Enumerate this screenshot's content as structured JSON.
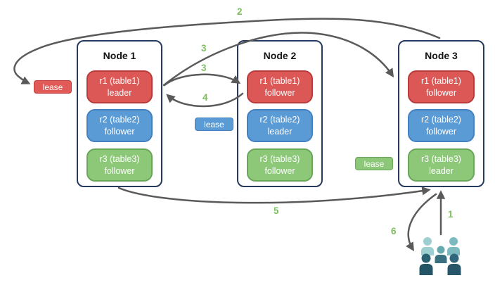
{
  "diagram": {
    "nodes": [
      {
        "title": "Node 1",
        "replicas": [
          {
            "name": "r1 (table1)",
            "role": "leader"
          },
          {
            "name": "r2 (table2)",
            "role": "follower"
          },
          {
            "name": "r3 (table3)",
            "role": "follower"
          }
        ]
      },
      {
        "title": "Node 2",
        "replicas": [
          {
            "name": "r1 (table1)",
            "role": "follower"
          },
          {
            "name": "r2 (table2)",
            "role": "leader"
          },
          {
            "name": "r3 (table3)",
            "role": "follower"
          }
        ]
      },
      {
        "title": "Node 3",
        "replicas": [
          {
            "name": "r1 (table1)",
            "role": "follower"
          },
          {
            "name": "r2 (table2)",
            "role": "follower"
          },
          {
            "name": "r3 (table3)",
            "role": "leader"
          }
        ]
      }
    ],
    "leases": {
      "table1": {
        "label": "lease",
        "color": "#e05a57"
      },
      "table2": {
        "label": "lease",
        "color": "#5b9bd5"
      },
      "table3": {
        "label": "lease",
        "color": "#8cc878"
      }
    },
    "steps": {
      "s1": "1",
      "s2": "2",
      "s3a": "3",
      "s3b": "3",
      "s4": "4",
      "s5": "5",
      "s6": "6"
    },
    "colors": {
      "table1_fill": "#db5856",
      "table2_fill": "#5b9bd5",
      "table3_fill": "#8cc878",
      "node_border": "#26395e",
      "arrow": "#5a5a5a",
      "step_label": "#7cbf5e"
    }
  }
}
